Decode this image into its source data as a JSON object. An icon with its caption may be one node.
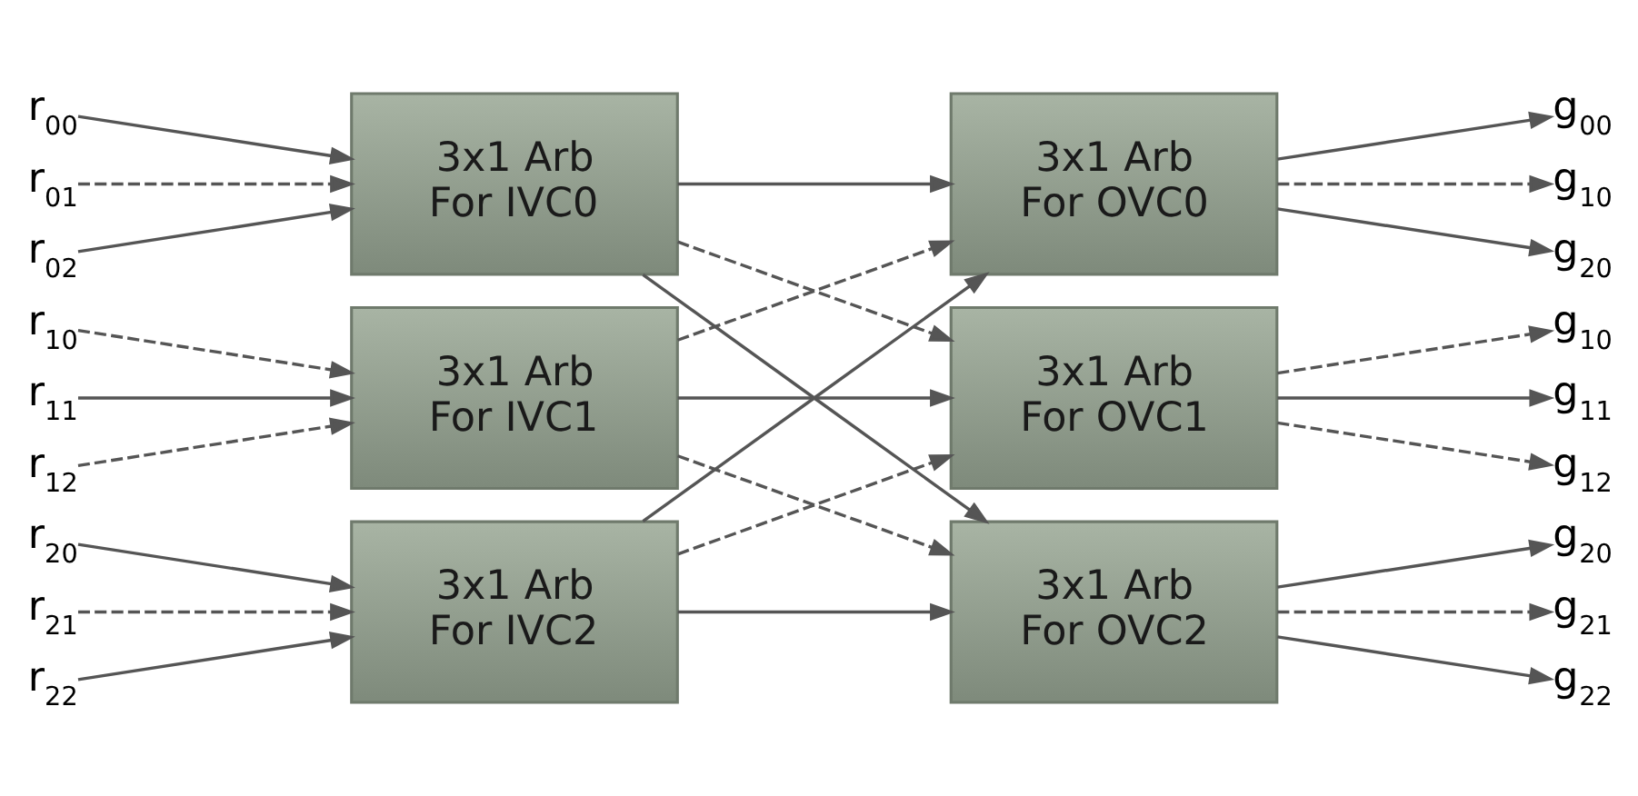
{
  "diagram": {
    "nodes": [
      {
        "text": [
          "r$_{00}$"
        ]
      },
      {
        "text": [
          "r$_{01}$"
        ]
      },
      {
        "text": [
          "r$_{02}$"
        ]
      },
      {
        "text": [
          "r$_{10}$"
        ]
      },
      {
        "text": [
          "r$_{11}$"
        ]
      },
      {
        "text": [
          "r$_{12}$"
        ]
      },
      {
        "text": [
          "r$_{20}$"
        ]
      },
      {
        "text": [
          "r$_{21}$"
        ]
      },
      {
        "text": [
          "r$_{22}$"
        ]
      },
      {
        "text": [
          "3x1 Arb For IVC0"
        ]
      },
      {
        "text": [
          "3x1 Arb For IVC1"
        ]
      },
      {
        "text": [
          "3x1 Arb For IVC2"
        ]
      },
      {
        "text": [
          "3x1 Arb For OVC0"
        ]
      },
      {
        "text": [
          "3x1 Arb For OVC1"
        ]
      },
      {
        "text": [
          "3x1 Arb For OVC2"
        ]
      },
      {
        "text": [
          "g$_{00}$"
        ]
      },
      {
        "text": [
          "g$_{10}$"
        ]
      },
      {
        "text": [
          "g$_{20}$"
        ]
      },
      {
        "text": [
          "g$_{10}$"
        ]
      },
      {
        "text": [
          "g$_{11}$"
        ]
      },
      {
        "text": [
          "g$_{12}$"
        ]
      },
      {
        "text": [
          "g$_{20}$"
        ]
      },
      {
        "text": [
          "g$_{21}$"
        ]
      },
      {
        "text": [
          "g$_{22}$"
        ]
      }
    ],
    "edges": [
      {
        "from": 0,
        "to": 9,
        "arrow": "to"
      },
      {
        "from": 1,
        "to": 9,
        "arrow": "to",
        "style": "dashed"
      },
      {
        "from": 2,
        "to": 9,
        "arrow": "to"
      },
      {
        "from": 3,
        "to": 10,
        "arrow": "to",
        "style": "dashed"
      },
      {
        "from": 4,
        "to": 10,
        "arrow": "to"
      },
      {
        "from": 5,
        "to": 10,
        "arrow": "to",
        "style": "dashed"
      },
      {
        "from": 6,
        "to": 11,
        "arrow": "to"
      },
      {
        "from": 7,
        "to": 11,
        "arrow": "to",
        "style": "dashed"
      },
      {
        "from": 8,
        "to": 11,
        "arrow": "to"
      },
      {
        "from": 9,
        "to": 12,
        "arrow": "to"
      },
      {
        "from": 9,
        "to": 13,
        "arrow": "to",
        "style": "dashed"
      },
      {
        "from": 9,
        "to": 14,
        "arrow": "to"
      },
      {
        "from": 10,
        "to": 12,
        "arrow": "to",
        "style": "dashed"
      },
      {
        "from": 10,
        "to": 13,
        "arrow": "to"
      },
      {
        "from": 10,
        "to": 14,
        "arrow": "to",
        "style": "dashed"
      },
      {
        "from": 11,
        "to": 12,
        "arrow": "to"
      },
      {
        "from": 11,
        "to": 13,
        "arrow": "to",
        "style": "dashed"
      },
      {
        "from": 11,
        "to": 14,
        "arrow": "to"
      },
      {
        "from": 12,
        "to": 15,
        "arrow": "to"
      },
      {
        "from": 12,
        "to": 16,
        "arrow": "to",
        "style": "dashed"
      },
      {
        "from": 12,
        "to": 17,
        "arrow": "to"
      },
      {
        "from": 13,
        "to": 18,
        "arrow": "to",
        "style": "dashed"
      },
      {
        "from": 13,
        "to": 19,
        "arrow": "to"
      },
      {
        "from": 13,
        "to": 20,
        "arrow": "to",
        "style": "dashed"
      },
      {
        "from": 14,
        "to": 21,
        "arrow": "to"
      },
      {
        "from": 14,
        "to": 22,
        "arrow": "to",
        "style": "dashed"
      },
      {
        "from": 14,
        "to": 23,
        "arrow": "to"
      }
    ]
  }
}
